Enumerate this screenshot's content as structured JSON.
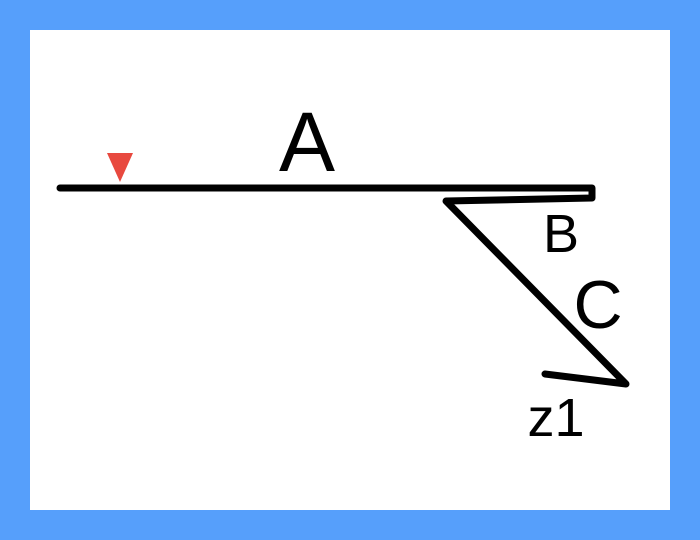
{
  "diagram": {
    "labels": {
      "a": "A",
      "b": "B",
      "c": "C",
      "z1": "z1"
    },
    "colors": {
      "frame": "#569ffb",
      "background": "#ffffff",
      "line": "#000000",
      "marker": "#e8493f"
    },
    "marker_icon": "down-triangle"
  }
}
